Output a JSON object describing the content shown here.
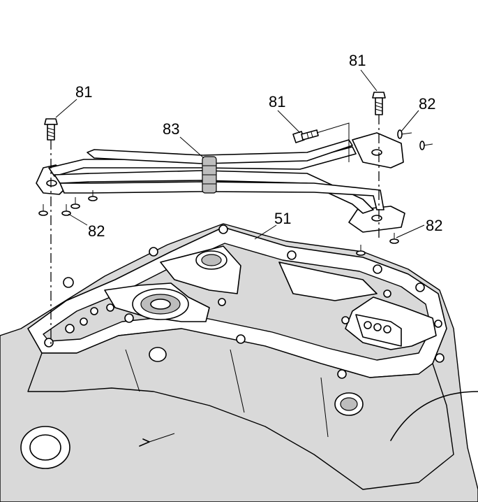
{
  "diagram": {
    "callouts": {
      "bolt_left": "81",
      "bolt_center": "81",
      "bolt_right": "81",
      "seal_left": "82",
      "seal_upper_right": "82",
      "seal_lower_right": "82",
      "pipes": "83",
      "case": "51"
    }
  }
}
